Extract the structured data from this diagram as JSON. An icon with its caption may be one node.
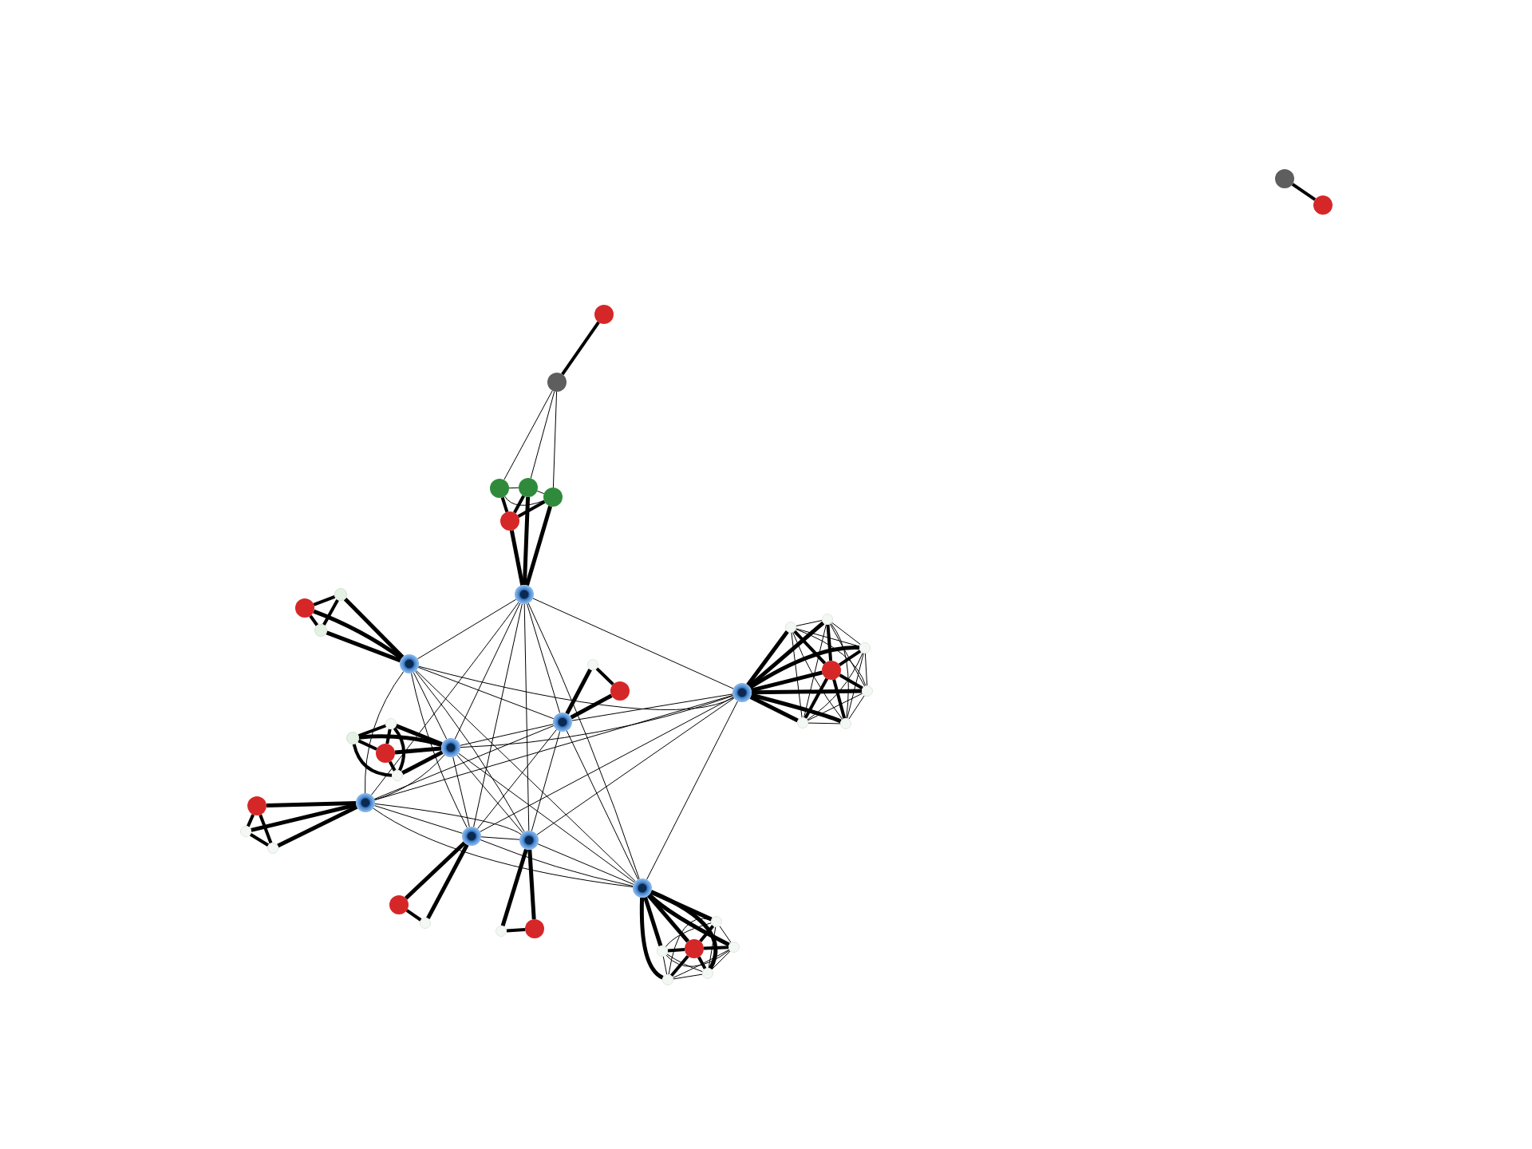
{
  "diagram": {
    "nodes": [
      {
        "text": [],
        "shape": "circle"
      },
      {
        "text": [],
        "shape": "circle"
      },
      {
        "text": [],
        "shape": "circle"
      },
      {
        "text": [],
        "shape": "circle"
      },
      {
        "text": [],
        "shape": "circle"
      },
      {
        "text": [],
        "shape": "circle"
      },
      {
        "text": [],
        "shape": "circle"
      },
      {
        "text": [],
        "shape": "circle"
      },
      {
        "text": [],
        "shape": "circle"
      },
      {
        "text": [],
        "shape": "circle"
      },
      {
        "text": [],
        "shape": "circle"
      },
      {
        "text": [],
        "shape": "circle"
      },
      {
        "text": [],
        "shape": "circle"
      },
      {
        "text": [],
        "shape": "circle"
      },
      {
        "text": [],
        "shape": "circle"
      },
      {
        "text": [],
        "shape": "circle"
      },
      {
        "text": [],
        "shape": "circle"
      },
      {
        "text": [],
        "shape": "circle"
      },
      {
        "text": [],
        "shape": "circle"
      },
      {
        "text": [],
        "shape": "circle"
      },
      {
        "text": [],
        "shape": "circle"
      },
      {
        "text": [],
        "shape": "circle"
      },
      {
        "text": [],
        "shape": "circle"
      },
      {
        "text": [],
        "shape": "circle"
      },
      {
        "text": [],
        "shape": "circle"
      },
      {
        "text": [],
        "shape": "circle"
      },
      {
        "text": [],
        "shape": "circle"
      },
      {
        "text": [],
        "shape": "circle"
      },
      {
        "text": [],
        "shape": "circle"
      },
      {
        "text": [],
        "shape": "circle"
      },
      {
        "text": [],
        "shape": "circle"
      },
      {
        "text": [],
        "shape": "circle"
      },
      {
        "text": [],
        "shape": "circle"
      },
      {
        "text": [],
        "shape": "circle"
      },
      {
        "text": [],
        "shape": "circle"
      },
      {
        "text": [],
        "shape": "circle"
      },
      {
        "text": [],
        "shape": "circle"
      },
      {
        "text": [],
        "shape": "circle"
      },
      {
        "text": [],
        "shape": "circle"
      },
      {
        "text": [],
        "shape": "circle"
      },
      {
        "text": [],
        "shape": "circle"
      },
      {
        "text": [],
        "shape": "circle"
      },
      {
        "text": [],
        "shape": "circle"
      },
      {
        "text": [],
        "shape": "circle"
      },
      {
        "text": [],
        "shape": "circle"
      },
      {
        "text": [],
        "shape": "circle"
      }
    ],
    "edges": [
      {
        "from": 0,
        "to": 1,
        "arrow": "none",
        "style": "thick"
      },
      {
        "from": 2,
        "to": 3,
        "arrow": "none",
        "style": "thick"
      },
      {
        "from": 3,
        "to": 4,
        "arrow": "none"
      },
      {
        "from": 3,
        "to": 5,
        "arrow": "none"
      },
      {
        "from": 3,
        "to": 6,
        "arrow": "none"
      },
      {
        "from": 8,
        "to": 7,
        "arrow": "none",
        "style": "thick"
      },
      {
        "from": 8,
        "to": 5,
        "arrow": "none",
        "style": "thick"
      },
      {
        "from": 8,
        "to": 6,
        "arrow": "none",
        "style": "thick"
      },
      {
        "from": 7,
        "to": 4,
        "arrow": "none",
        "style": "thick"
      },
      {
        "from": 7,
        "to": 5,
        "arrow": "none",
        "style": "thick"
      },
      {
        "from": 7,
        "to": 6,
        "arrow": "none",
        "style": "thick"
      },
      {
        "from": 4,
        "to": 5,
        "arrow": "none"
      },
      {
        "from": 4,
        "to": 6,
        "arrow": "none"
      },
      {
        "from": 5,
        "to": 6,
        "arrow": "none"
      },
      {
        "from": 12,
        "to": 9,
        "arrow": "none",
        "style": "thick"
      },
      {
        "from": 12,
        "to": 10,
        "arrow": "none",
        "style": "thick"
      },
      {
        "from": 12,
        "to": 11,
        "arrow": "none",
        "style": "thick"
      },
      {
        "from": 10,
        "to": 9,
        "arrow": "none",
        "style": "thick"
      },
      {
        "from": 10,
        "to": 11,
        "arrow": "none",
        "style": "thick"
      },
      {
        "from": 9,
        "to": 11,
        "arrow": "none",
        "style": "thick"
      },
      {
        "from": 20,
        "to": 13,
        "arrow": "none",
        "style": "thick"
      },
      {
        "from": 20,
        "to": 14,
        "arrow": "none",
        "style": "thick"
      },
      {
        "from": 20,
        "to": 15,
        "arrow": "none",
        "style": "thick"
      },
      {
        "from": 20,
        "to": 16,
        "arrow": "none",
        "style": "thick"
      },
      {
        "from": 20,
        "to": 17,
        "arrow": "none",
        "style": "thick"
      },
      {
        "from": 20,
        "to": 18,
        "arrow": "none",
        "style": "thick"
      },
      {
        "from": 20,
        "to": 19,
        "arrow": "none",
        "style": "thick"
      },
      {
        "from": 16,
        "to": 13,
        "arrow": "none",
        "style": "thick"
      },
      {
        "from": 16,
        "to": 14,
        "arrow": "none",
        "style": "thick"
      },
      {
        "from": 16,
        "to": 15,
        "arrow": "none",
        "style": "thick"
      },
      {
        "from": 16,
        "to": 17,
        "arrow": "none",
        "style": "thick"
      },
      {
        "from": 16,
        "to": 18,
        "arrow": "none",
        "style": "thick"
      },
      {
        "from": 16,
        "to": 19,
        "arrow": "none",
        "style": "thick"
      },
      {
        "from": 13,
        "to": 14,
        "arrow": "none"
      },
      {
        "from": 13,
        "to": 15,
        "arrow": "none"
      },
      {
        "from": 13,
        "to": 17,
        "arrow": "none"
      },
      {
        "from": 13,
        "to": 18,
        "arrow": "none"
      },
      {
        "from": 13,
        "to": 19,
        "arrow": "none"
      },
      {
        "from": 14,
        "to": 15,
        "arrow": "none"
      },
      {
        "from": 14,
        "to": 17,
        "arrow": "none"
      },
      {
        "from": 14,
        "to": 18,
        "arrow": "none"
      },
      {
        "from": 14,
        "to": 19,
        "arrow": "none"
      },
      {
        "from": 15,
        "to": 17,
        "arrow": "none"
      },
      {
        "from": 15,
        "to": 18,
        "arrow": "none"
      },
      {
        "from": 15,
        "to": 19,
        "arrow": "none"
      },
      {
        "from": 17,
        "to": 18,
        "arrow": "none"
      },
      {
        "from": 17,
        "to": 19,
        "arrow": "none"
      },
      {
        "from": 18,
        "to": 19,
        "arrow": "none"
      },
      {
        "from": 23,
        "to": 21,
        "arrow": "none",
        "style": "thick"
      },
      {
        "from": 23,
        "to": 22,
        "arrow": "none",
        "style": "thick"
      },
      {
        "from": 21,
        "to": 22,
        "arrow": "none",
        "style": "thick"
      },
      {
        "from": 28,
        "to": 24,
        "arrow": "none",
        "style": "thick"
      },
      {
        "from": 28,
        "to": 25,
        "arrow": "none",
        "style": "thick"
      },
      {
        "from": 28,
        "to": 26,
        "arrow": "none",
        "style": "thick"
      },
      {
        "from": 28,
        "to": 27,
        "arrow": "none",
        "style": "thick"
      },
      {
        "from": 24,
        "to": 25,
        "arrow": "none",
        "style": "thick"
      },
      {
        "from": 24,
        "to": 26,
        "arrow": "none",
        "style": "thick"
      },
      {
        "from": 24,
        "to": 27,
        "arrow": "none",
        "style": "thick"
      },
      {
        "from": 25,
        "to": 26,
        "arrow": "none",
        "style": "thick"
      },
      {
        "from": 25,
        "to": 27,
        "arrow": "none",
        "style": "thick"
      },
      {
        "from": 26,
        "to": 27,
        "arrow": "none",
        "style": "thick"
      },
      {
        "from": 32,
        "to": 29,
        "arrow": "none",
        "style": "thick"
      },
      {
        "from": 32,
        "to": 30,
        "arrow": "none",
        "style": "thick"
      },
      {
        "from": 32,
        "to": 31,
        "arrow": "none",
        "style": "thick"
      },
      {
        "from": 29,
        "to": 30,
        "arrow": "none",
        "style": "thick"
      },
      {
        "from": 29,
        "to": 31,
        "arrow": "none",
        "style": "thick"
      },
      {
        "from": 30,
        "to": 31,
        "arrow": "none",
        "style": "thick"
      },
      {
        "from": 33,
        "to": 34,
        "arrow": "none",
        "style": "thick"
      },
      {
        "from": 33,
        "to": 35,
        "arrow": "none",
        "style": "thick"
      },
      {
        "from": 34,
        "to": 35,
        "arrow": "none",
        "style": "thick"
      },
      {
        "from": 36,
        "to": 37,
        "arrow": "none",
        "style": "thick"
      },
      {
        "from": 36,
        "to": 38,
        "arrow": "none",
        "style": "thick"
      },
      {
        "from": 37,
        "to": 38,
        "arrow": "none",
        "style": "thick"
      },
      {
        "from": 39,
        "to": 40,
        "arrow": "none",
        "style": "thick"
      },
      {
        "from": 39,
        "to": 41,
        "arrow": "none",
        "style": "thick"
      },
      {
        "from": 39,
        "to": 42,
        "arrow": "none",
        "style": "thick"
      },
      {
        "from": 39,
        "to": 43,
        "arrow": "none",
        "style": "thick"
      },
      {
        "from": 39,
        "to": 44,
        "arrow": "none",
        "style": "thick"
      },
      {
        "from": 39,
        "to": 45,
        "arrow": "none",
        "style": "thick"
      },
      {
        "from": 42,
        "to": 40,
        "arrow": "none",
        "style": "thick"
      },
      {
        "from": 42,
        "to": 41,
        "arrow": "none",
        "style": "thick"
      },
      {
        "from": 42,
        "to": 43,
        "arrow": "none",
        "style": "thick"
      },
      {
        "from": 42,
        "to": 44,
        "arrow": "none",
        "style": "thick"
      },
      {
        "from": 42,
        "to": 45,
        "arrow": "none",
        "style": "thick"
      },
      {
        "from": 40,
        "to": 41,
        "arrow": "none"
      },
      {
        "from": 40,
        "to": 43,
        "arrow": "none"
      },
      {
        "from": 40,
        "to": 44,
        "arrow": "none"
      },
      {
        "from": 40,
        "to": 45,
        "arrow": "none"
      },
      {
        "from": 41,
        "to": 43,
        "arrow": "none"
      },
      {
        "from": 41,
        "to": 44,
        "arrow": "none"
      },
      {
        "from": 41,
        "to": 45,
        "arrow": "none"
      },
      {
        "from": 43,
        "to": 44,
        "arrow": "none"
      },
      {
        "from": 43,
        "to": 45,
        "arrow": "none"
      },
      {
        "from": 44,
        "to": 45,
        "arrow": "none"
      },
      {
        "from": 8,
        "to": 12,
        "arrow": "none"
      },
      {
        "from": 8,
        "to": 20,
        "arrow": "none"
      },
      {
        "from": 8,
        "to": 23,
        "arrow": "none"
      },
      {
        "from": 8,
        "to": 28,
        "arrow": "none"
      },
      {
        "from": 8,
        "to": 32,
        "arrow": "none"
      },
      {
        "from": 8,
        "to": 33,
        "arrow": "none"
      },
      {
        "from": 8,
        "to": 36,
        "arrow": "none"
      },
      {
        "from": 8,
        "to": 39,
        "arrow": "none"
      },
      {
        "from": 12,
        "to": 20,
        "arrow": "none"
      },
      {
        "from": 12,
        "to": 23,
        "arrow": "none"
      },
      {
        "from": 12,
        "to": 28,
        "arrow": "none"
      },
      {
        "from": 12,
        "to": 32,
        "arrow": "none"
      },
      {
        "from": 12,
        "to": 33,
        "arrow": "none"
      },
      {
        "from": 12,
        "to": 36,
        "arrow": "none"
      },
      {
        "from": 12,
        "to": 39,
        "arrow": "none"
      },
      {
        "from": 20,
        "to": 23,
        "arrow": "none"
      },
      {
        "from": 20,
        "to": 28,
        "arrow": "none"
      },
      {
        "from": 20,
        "to": 32,
        "arrow": "none"
      },
      {
        "from": 20,
        "to": 33,
        "arrow": "none"
      },
      {
        "from": 20,
        "to": 36,
        "arrow": "none"
      },
      {
        "from": 20,
        "to": 39,
        "arrow": "none"
      },
      {
        "from": 23,
        "to": 28,
        "arrow": "none"
      },
      {
        "from": 23,
        "to": 32,
        "arrow": "none"
      },
      {
        "from": 23,
        "to": 33,
        "arrow": "none"
      },
      {
        "from": 23,
        "to": 36,
        "arrow": "none"
      },
      {
        "from": 23,
        "to": 39,
        "arrow": "none"
      },
      {
        "from": 28,
        "to": 32,
        "arrow": "none"
      },
      {
        "from": 28,
        "to": 33,
        "arrow": "none"
      },
      {
        "from": 28,
        "to": 36,
        "arrow": "none"
      },
      {
        "from": 28,
        "to": 39,
        "arrow": "none"
      },
      {
        "from": 32,
        "to": 33,
        "arrow": "none"
      },
      {
        "from": 32,
        "to": 36,
        "arrow": "none"
      },
      {
        "from": 32,
        "to": 39,
        "arrow": "none"
      },
      {
        "from": 33,
        "to": 36,
        "arrow": "none"
      },
      {
        "from": 33,
        "to": 39,
        "arrow": "none"
      },
      {
        "from": 36,
        "to": 39,
        "arrow": "none"
      }
    ]
  }
}
